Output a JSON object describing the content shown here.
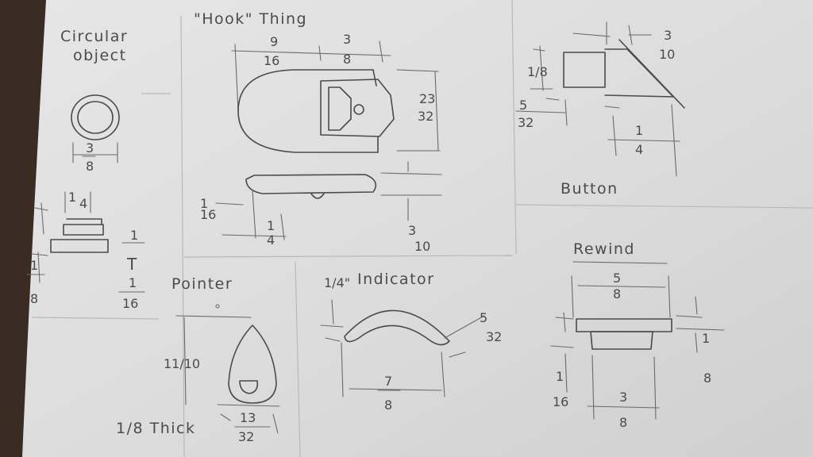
{
  "labels": {
    "circular_object_1": "Circular",
    "circular_object_2": "object",
    "hook_thing": "\"Hook\" Thing",
    "button": "Button",
    "rewind": "Rewind",
    "pointer": "Pointer",
    "indicator": "Indicator",
    "eighth_thick": "1/8 Thick"
  },
  "fractions": {
    "circ_3": "3",
    "circ_8": "8",
    "circ_1a": "1",
    "circ_4": "4",
    "circ_1b": "1",
    "circ_T": "T",
    "circ_1c": "1",
    "circ_8b": "8",
    "circ_1d": "1",
    "circ_16": "16",
    "hook_9": "9",
    "hook_16a": "16",
    "hook_3": "3",
    "hook_8": "8",
    "hook_23": "23",
    "hook_32": "32",
    "hook_1": "1",
    "hook_16b": "16",
    "hook_1b": "1",
    "hook_4": "4",
    "hook_3b": "3",
    "hook_10": "10",
    "btn_3": "3",
    "btn_10": "10",
    "btn_1_8": "1/8",
    "btn_5": "5",
    "btn_32": "32",
    "btn_1": "1",
    "btn_4": "4",
    "ptr_11_10": "11/10",
    "ptr_13": "13",
    "ptr_32": "32",
    "ind_1_4": "1/4\"",
    "ind_5": "5",
    "ind_32": "32",
    "ind_7": "7",
    "ind_8": "8",
    "rw_5": "5",
    "rw_8": "8",
    "rw_1": "1",
    "rw_8b": "8",
    "rw_1b": "1",
    "rw_16": "16",
    "rw_3": "3",
    "rw_8c": "8"
  }
}
